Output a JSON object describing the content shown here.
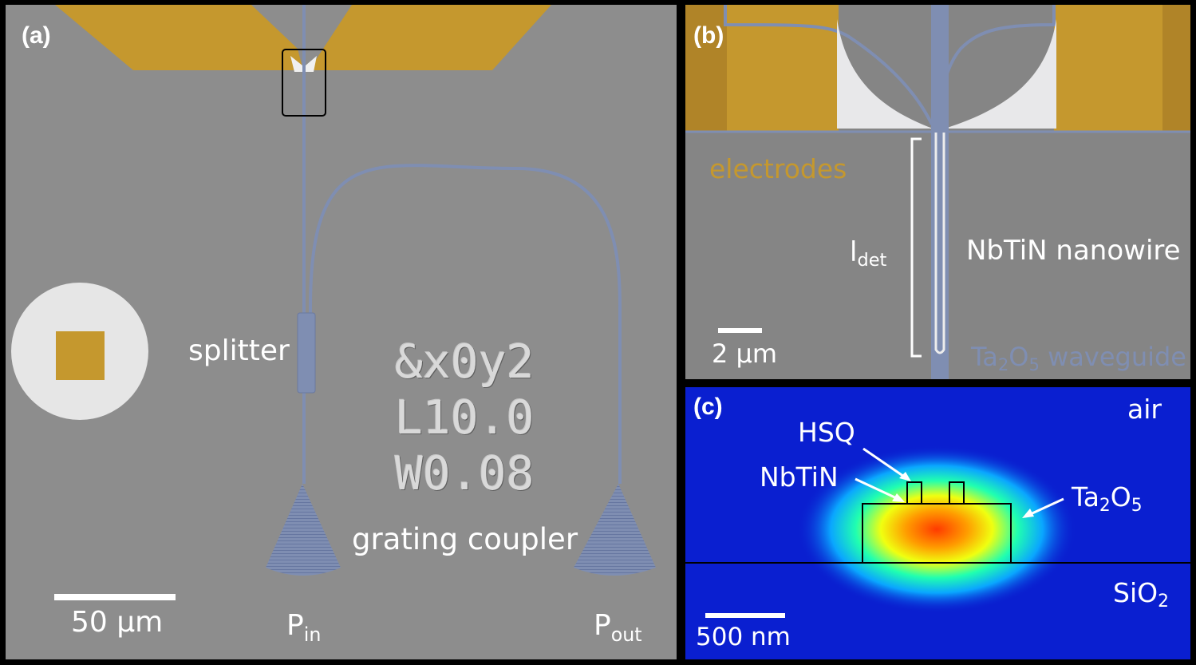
{
  "panel_a": {
    "label": "(a)",
    "splitter": "splitter",
    "grating_coupler": "grating coupler",
    "chip_lines": [
      "&x0y2",
      "L10.0",
      "W0.08"
    ],
    "scale": "50 µm",
    "pin_main": "P",
    "pin_sub": "in",
    "pout_main": "P",
    "pout_sub": "out"
  },
  "panel_b": {
    "label": "(b)",
    "electrodes": "electrodes",
    "ldet_main": "l",
    "ldet_sub": "det",
    "nanowire": "NbTiN nanowire",
    "scale": "2 µm",
    "wg_a": "Ta",
    "wg_sub1": "2",
    "wg_b": "O",
    "wg_sub2": "5",
    "wg_c": " waveguide"
  },
  "panel_c": {
    "label": "(c)",
    "air": "air",
    "hsq": "HSQ",
    "nbtin": "NbTiN",
    "ta_a": "Ta",
    "ta_sub1": "2",
    "ta_b": "O",
    "ta_sub2": "5",
    "sio_a": "SiO",
    "sio_sub": "2",
    "scale": "500 nm"
  },
  "colors": {
    "gold": "#c5982e",
    "waveguide": "#7f8eb2",
    "sem_gray": "#8d8d8d",
    "field_background": "#0a1fd0"
  }
}
